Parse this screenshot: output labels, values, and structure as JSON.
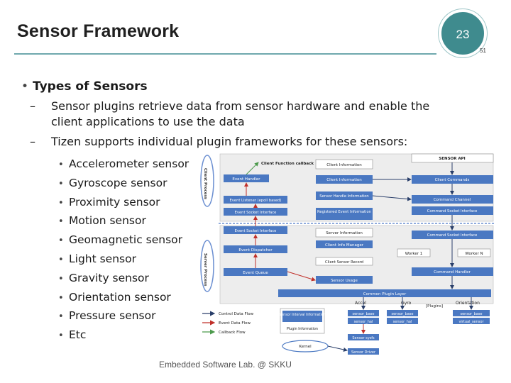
{
  "slide": {
    "title": "Sensor Framework",
    "page_number": "23",
    "sub_page_number": "51",
    "footer": "Embedded Software Lab. @ SKKU"
  },
  "content": {
    "heading": "Types of Sensors",
    "point1_line1": "Sensor plugins retrieve data from sensor hardware and enable the",
    "point1_line2": "client applications to use the data",
    "point2": "Tizen supports individual plugin frameworks for these sensors:",
    "sensors": [
      "Accelerometer sensor",
      "Gyroscope sensor",
      "Proximity sensor",
      "Motion sensor",
      "Geomagnetic sensor",
      "Light sensor",
      "Gravity sensor",
      "Orientation sensor",
      "Pressure sensor",
      "Etc"
    ]
  },
  "diagram": {
    "client_process": "Client Process",
    "server_process": "Server Process",
    "client_function_callback": "Client Function callback",
    "event_handler": "Event Handler",
    "event_listener": "Event Listener (epoll based)",
    "event_socket_interface_client": "Event Socket Interface",
    "client_information": "Client Information",
    "client_information_2": "Client Information",
    "sensor_handle_information": "Sensor Handle Information",
    "registered_event_information": "Registered Event Information",
    "sensor_api": "SENSOR API",
    "client_commands": "Client Commands",
    "command_channel": "Command Channel",
    "command_socket_interface_client": "Command Socket Interface",
    "event_socket_interface_server": "Event Socket Interface",
    "server_information": "Server Information",
    "client_info_manager": "Client Info Manager",
    "command_socket_interface_server": "Command Socket Interface",
    "event_dispatcher": "Event Dispatcher",
    "client_sensor_record": "Client Sensor Record",
    "worker_1": "Worker 1",
    "worker_n": "Worker N",
    "event_queue": "Event Queue",
    "sensor_usage": "Sensor Usage",
    "command_handler": "Command Handler",
    "common_plugin_layer": "Common Plugin Layer",
    "accel": "Accel",
    "gyro": "Gyro",
    "plugins": "[Plugins]",
    "orientation": "Orientation",
    "sensor_base_1": "sensor_base",
    "sensor_hal_1": "sensor_hal",
    "sensor_base_2": "sensor_base",
    "sensor_hal_2": "sensor_hal",
    "sensor_base_3": "sensor_base",
    "virtual_sensor": "virtual_sensor",
    "sensor_interval_information": "Sensor Interval Information",
    "plugin_information": "Plugin Information",
    "sensor_sysfs": "Sensor sysfs",
    "kernel": "Kernel",
    "sensor_driver": "Sensor Driver",
    "legend_control": "Control Data Flow",
    "legend_event": "Event Data Flow",
    "legend_callback": "Callback Flow",
    "colors": {
      "blue_box": "#4a78c2",
      "panel": "#ededed",
      "border": "#8a8a8a",
      "control_arrow": "#2a3f6a",
      "event_arrow": "#c0302a",
      "callback_arrow": "#4c9a4c",
      "divider": "#6b8fd1"
    }
  }
}
